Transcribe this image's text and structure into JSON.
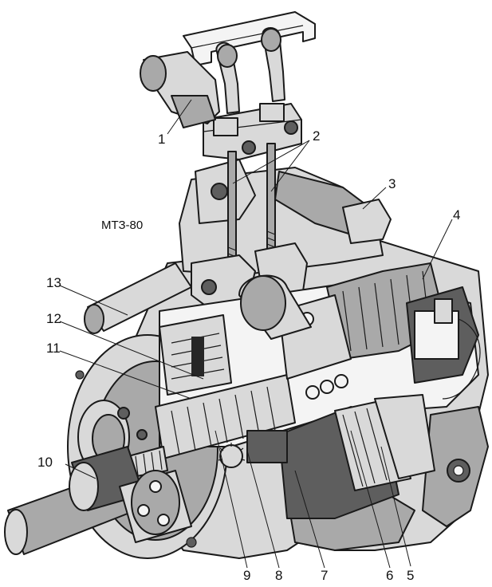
{
  "diagram": {
    "title": "МТЗ-80",
    "callouts": [
      {
        "id": "1",
        "label": "1"
      },
      {
        "id": "2",
        "label": "2"
      },
      {
        "id": "3",
        "label": "3"
      },
      {
        "id": "4",
        "label": "4"
      },
      {
        "id": "5",
        "label": "5"
      },
      {
        "id": "6",
        "label": "6"
      },
      {
        "id": "7",
        "label": "7"
      },
      {
        "id": "8",
        "label": "8"
      },
      {
        "id": "9",
        "label": "9"
      },
      {
        "id": "10",
        "label": "10"
      },
      {
        "id": "11",
        "label": "11"
      },
      {
        "id": "12",
        "label": "12"
      },
      {
        "id": "13",
        "label": "13"
      }
    ]
  },
  "colors": {
    "ink": "#1a1a1a",
    "shade_light": "#d9d9d9",
    "shade_mid": "#a9a9a9",
    "shade_dark": "#5e5e5e",
    "background": "#ffffff"
  }
}
